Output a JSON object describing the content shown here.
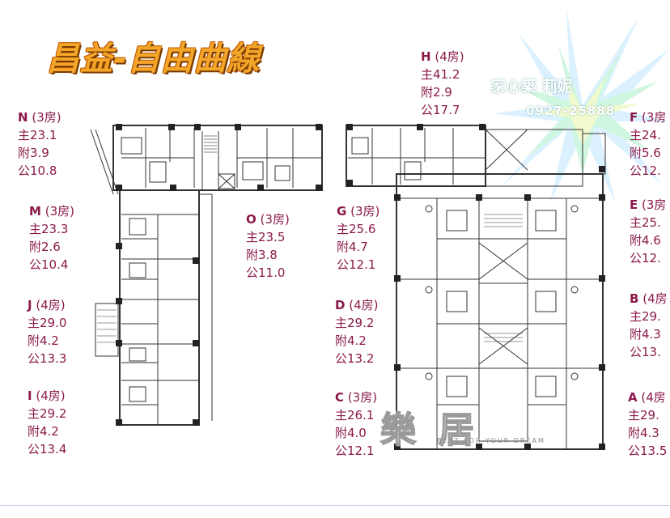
{
  "title": "昌益-自由曲線",
  "units": [
    {
      "id": "n",
      "name": "N",
      "rooms": "(3房)",
      "main": "主23.1",
      "aux": "附3.9",
      "common": "公10.8"
    },
    {
      "id": "m",
      "name": "M",
      "rooms": "(3房)",
      "main": "主23.3",
      "aux": "附2.6",
      "common": "公10.4"
    },
    {
      "id": "j",
      "name": "J",
      "rooms": "(4房)",
      "main": "主29.0",
      "aux": "附4.2",
      "common": "公13.3"
    },
    {
      "id": "i",
      "name": "I",
      "rooms": "(4房)",
      "main": "主29.2",
      "aux": "附4.2",
      "common": "公13.4"
    },
    {
      "id": "o",
      "name": "O",
      "rooms": "(3房)",
      "main": "主23.5",
      "aux": "附3.8",
      "common": "公11.0"
    },
    {
      "id": "h",
      "name": "H",
      "rooms": "(4房)",
      "main": "主41.2",
      "aux": "附2.9",
      "common": "公17.7"
    },
    {
      "id": "g",
      "name": "G",
      "rooms": "(3房)",
      "main": "主25.6",
      "aux": "附4.7",
      "common": "公12.1"
    },
    {
      "id": "d",
      "name": "D",
      "rooms": "(4房)",
      "main": "主29.2",
      "aux": "附4.2",
      "common": "公13.2"
    },
    {
      "id": "c",
      "name": "C",
      "rooms": "(3房)",
      "main": "主26.1",
      "aux": "附4.0",
      "common": "公12.1"
    },
    {
      "id": "f",
      "name": "F",
      "rooms": "(3房",
      "main": "主24.",
      "aux": "附5.6",
      "common": "公12."
    },
    {
      "id": "e",
      "name": "E",
      "rooms": "(3房",
      "main": "主25.",
      "aux": "附4.6",
      "common": "公12."
    },
    {
      "id": "b",
      "name": "B",
      "rooms": "(4房",
      "main": "主29.",
      "aux": "附4.3",
      "common": "公13."
    },
    {
      "id": "a",
      "name": "A",
      "rooms": "(4房",
      "main": "主29.",
      "aux": "附4.3",
      "common": "公13.5"
    }
  ],
  "watermark": {
    "agent": "家心築 莉妮",
    "phone": "0927-25888",
    "brand": "樂居",
    "brand_sub": "BEST FOR YOUR DREAM"
  },
  "colors": {
    "label": "#8b1a4a",
    "title": "#f4a62a",
    "plan_line": "#333333"
  }
}
